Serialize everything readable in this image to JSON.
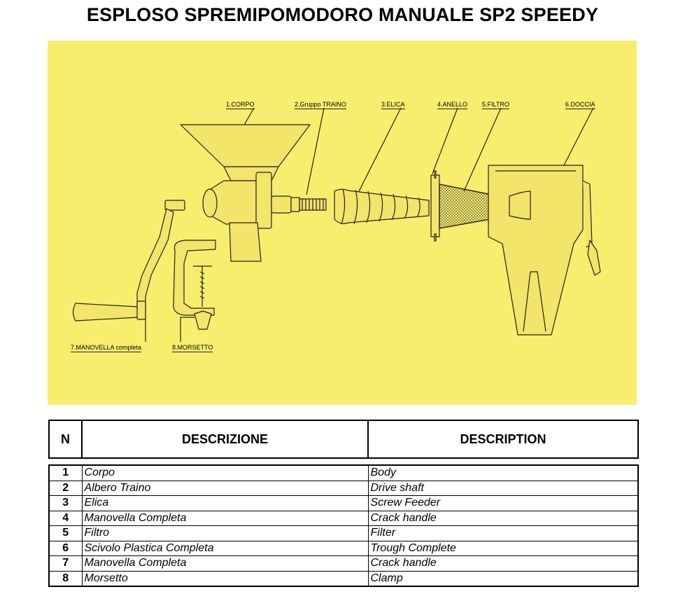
{
  "title": "ESPLOSO SPREMIPOMODORO MANUALE SP2 SPEEDY",
  "diagram": {
    "labels": [
      {
        "num": "1.",
        "text": "CORPO"
      },
      {
        "num": "2.",
        "text": "Gruppo TRAINO"
      },
      {
        "num": "3.",
        "text": "ELICA"
      },
      {
        "num": "4.",
        "text": "ANELLO"
      },
      {
        "num": "5.",
        "text": "FILTRO"
      },
      {
        "num": "6.",
        "text": "DOCCIA"
      },
      {
        "num": "7.",
        "text": "MANOVELLA completa"
      },
      {
        "num": "8.",
        "text": "MORSETTO"
      }
    ]
  },
  "table": {
    "headers": {
      "n": "N",
      "it": "DESCRIZIONE",
      "en": "DESCRIPTION"
    },
    "rows": [
      {
        "n": "1",
        "it": "Corpo",
        "en": "Body"
      },
      {
        "n": "2",
        "it": "Albero Traino",
        "en": "Drive shaft"
      },
      {
        "n": "3",
        "it": "Elica",
        "en": "Screw Feeder"
      },
      {
        "n": "4",
        "it": "Manovella Completa",
        "en": "Crack handle"
      },
      {
        "n": "5",
        "it": "Filtro",
        "en": "Filter"
      },
      {
        "n": "6",
        "it": "Scivolo Plastica Completa",
        "en": "Trough Complete"
      },
      {
        "n": "7",
        "it": "Manovella Completa",
        "en": "Crack handle"
      },
      {
        "n": "8",
        "it": "Morsetto",
        "en": "Clamp"
      }
    ]
  }
}
